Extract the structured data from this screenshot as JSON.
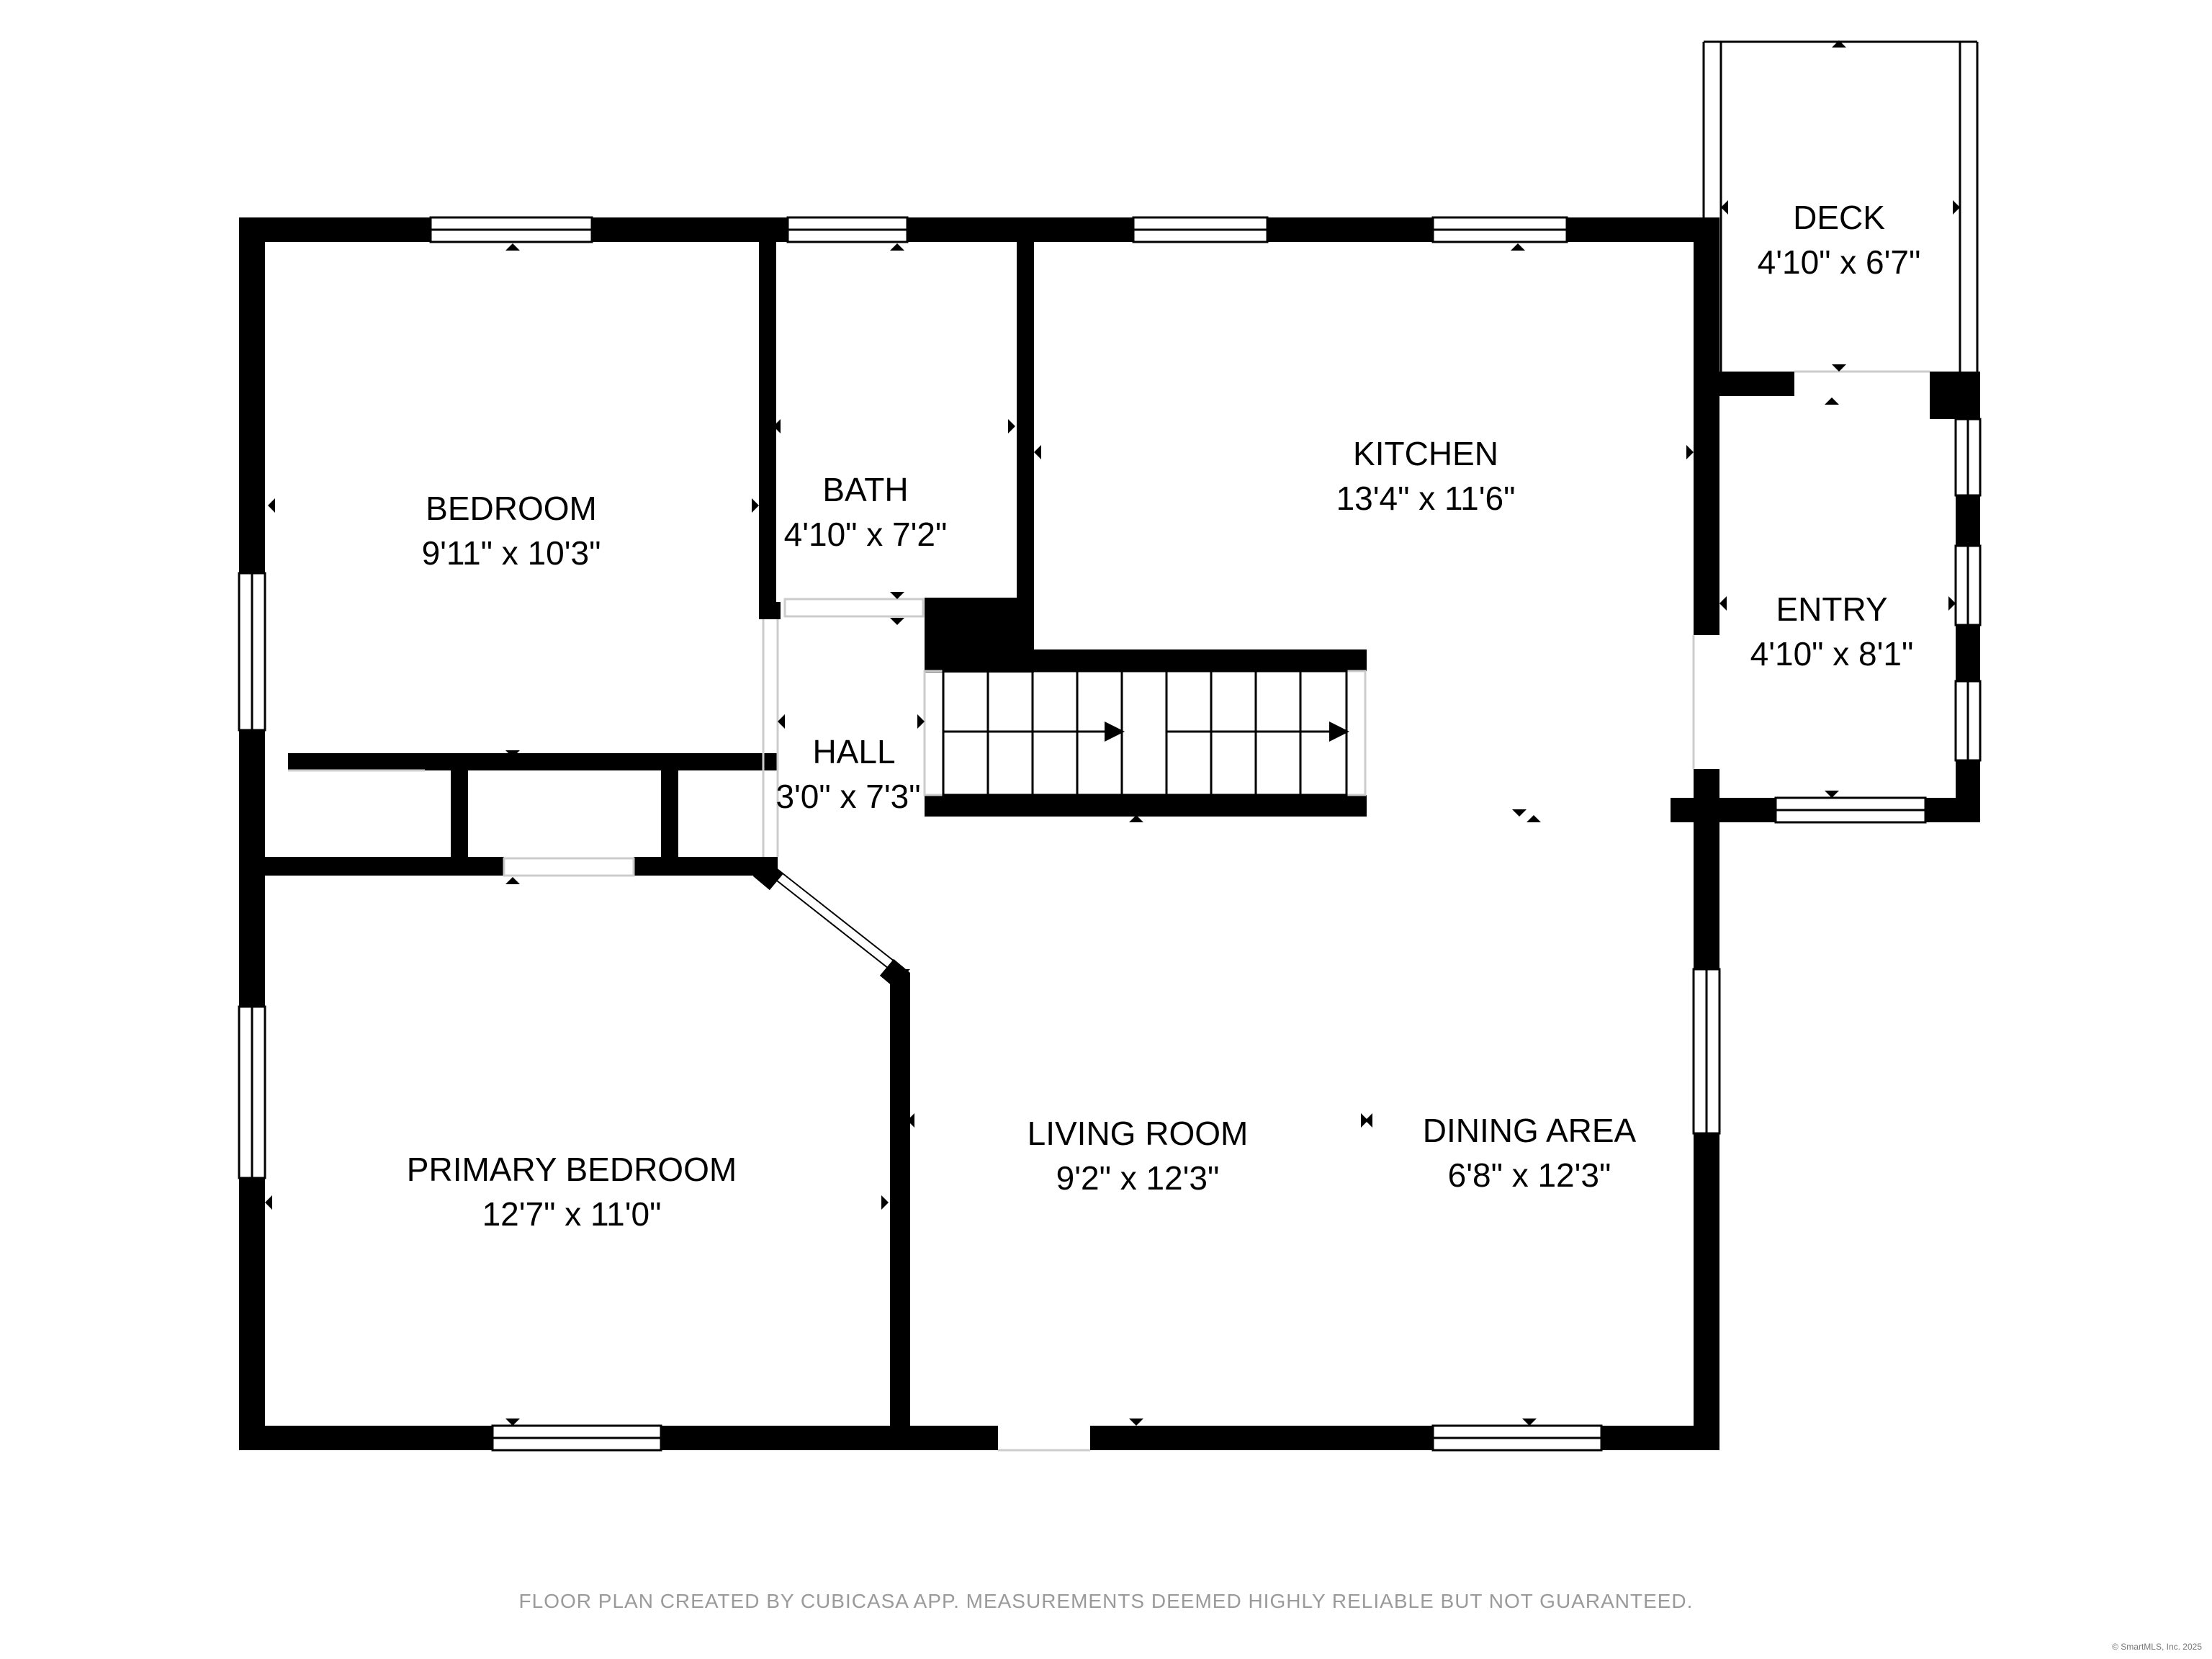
{
  "rooms": {
    "bedroom": {
      "name": "BEDROOM",
      "dims": "9'11\" x 10'3\""
    },
    "bath": {
      "name": "BATH",
      "dims": "4'10\" x 7'2\""
    },
    "kitchen": {
      "name": "KITCHEN",
      "dims": "13'4\" x 11'6\""
    },
    "deck": {
      "name": "DECK",
      "dims": "4'10\" x 6'7\""
    },
    "entry": {
      "name": "ENTRY",
      "dims": "4'10\" x 8'1\""
    },
    "hall": {
      "name": "HALL",
      "dims": "3'0\" x 7'3\""
    },
    "primary_bedroom": {
      "name": "PRIMARY BEDROOM",
      "dims": "12'7\" x 11'0\""
    },
    "living_room": {
      "name": "LIVING ROOM",
      "dims": "9'2\" x 12'3\""
    },
    "dining_area": {
      "name": "DINING AREA",
      "dims": "6'8\" x 12'3\""
    }
  },
  "footer": "FLOOR PLAN CREATED BY CUBICASA APP. MEASUREMENTS DEEMED HIGHLY RELIABLE BUT NOT GUARANTEED.",
  "copyright": "© SmartMLS, Inc. 2025",
  "colors": {
    "wall": "#000000",
    "background": "#ffffff",
    "footer_text": "#9a9a9a"
  }
}
